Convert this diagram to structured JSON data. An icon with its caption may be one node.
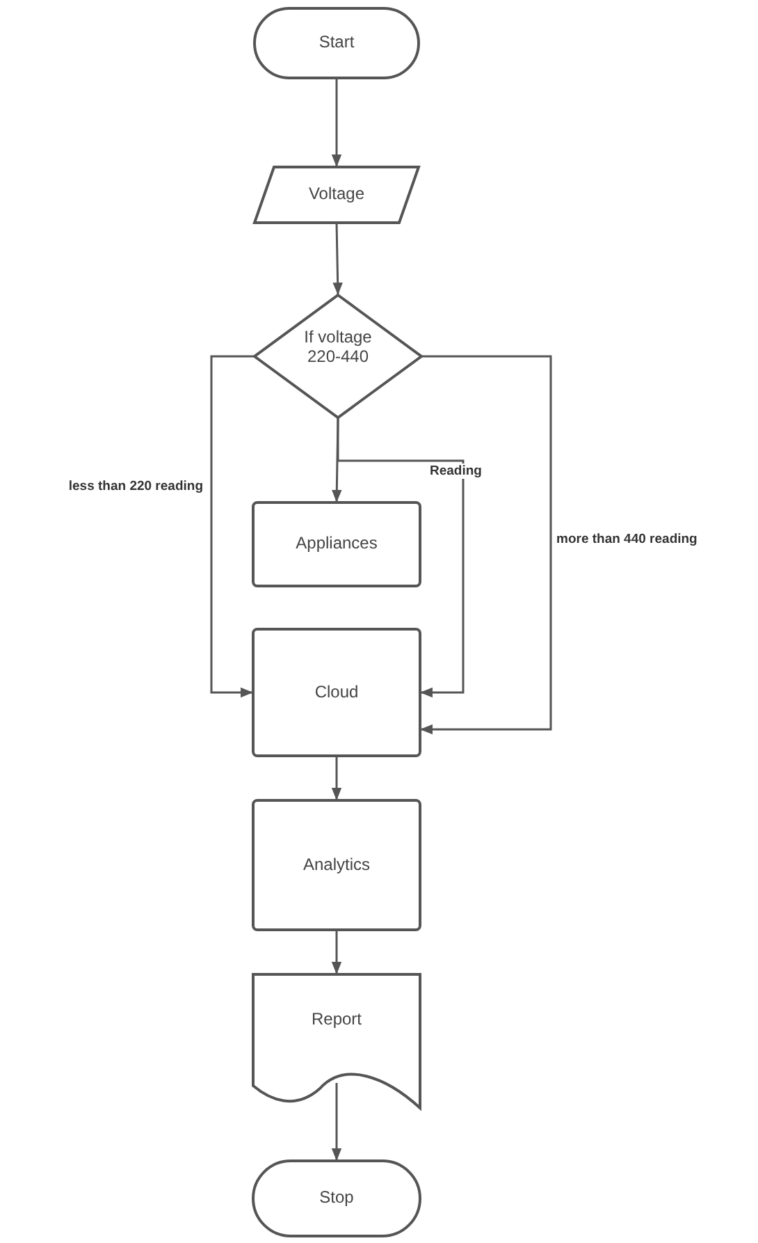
{
  "diagram": {
    "nodes": [
      {
        "text": [
          "Start"
        ]
      },
      {
        "text": [
          "Voltage"
        ]
      },
      {
        "text": [
          "If voltage 220-440"
        ]
      },
      {
        "text": [
          "Appliances"
        ]
      },
      {
        "text": [
          "Cloud"
        ]
      },
      {
        "text": [
          "Analytics"
        ]
      },
      {
        "text": [
          "Report"
        ]
      },
      {
        "text": [
          "Stop"
        ]
      }
    ],
    "edges": [
      {
        "from": 0,
        "to": 1,
        "arrow": "to"
      },
      {
        "from": 1,
        "to": 2,
        "arrow": "to"
      },
      {
        "from": 2,
        "to": 3,
        "arrow": "to"
      },
      {
        "from": 2,
        "to": 4,
        "arrow": "to",
        "label": "less than 220 reading"
      },
      {
        "from": 2,
        "to": 4,
        "arrow": "to",
        "label": "Reading"
      },
      {
        "from": 2,
        "to": 4,
        "arrow": "to",
        "label": "more than 440 reading"
      },
      {
        "from": 4,
        "to": 5,
        "arrow": "to"
      },
      {
        "from": 5,
        "to": 6,
        "arrow": "to"
      },
      {
        "from": 6,
        "to": 7,
        "arrow": "to"
      }
    ]
  }
}
